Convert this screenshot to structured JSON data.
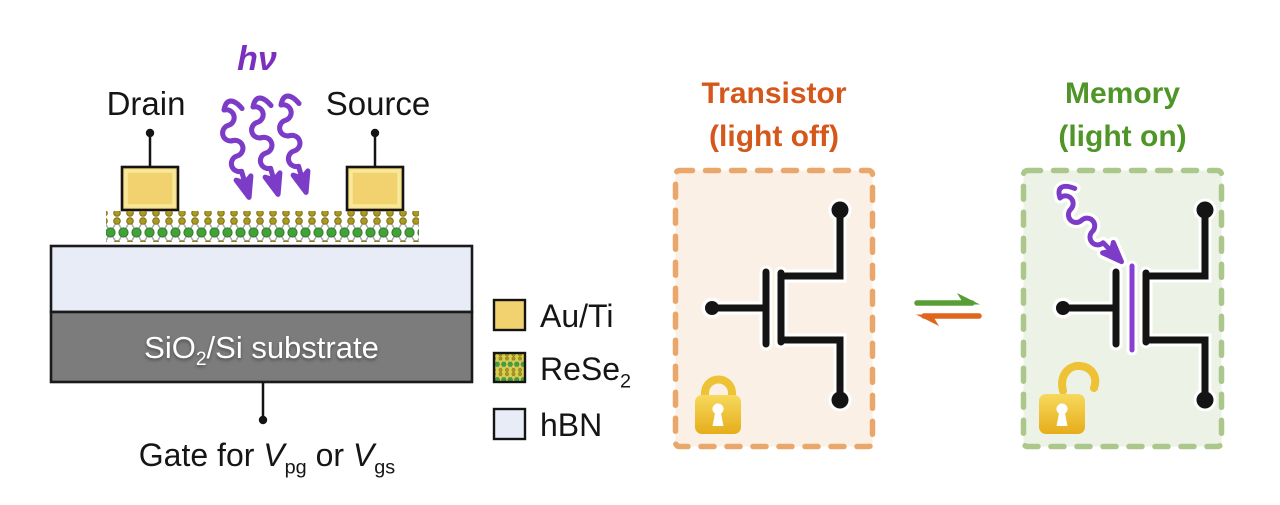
{
  "figure": {
    "description": "ReSe2 phototransistor device schematic with transistor (light off) and memory (light on) states"
  },
  "device": {
    "light_label": "hν",
    "drain_label": "Drain",
    "source_label": "Source",
    "substrate": {
      "base": "SiO",
      "sub": "2",
      "rest": "/Si substrate"
    },
    "gate": {
      "prefix": "Gate for ",
      "v1": "V",
      "v1_sub": "pg",
      "infix": " or ",
      "v2": "V",
      "v2_sub": "gs"
    }
  },
  "legend": {
    "items": [
      {
        "base": "Au/Ti",
        "sub": "",
        "swatch": "gold-swatch",
        "color": "#f2d26e"
      },
      {
        "base": "ReSe",
        "sub": "2",
        "swatch": "rese2-texture-swatch",
        "color": "#d9cf4d"
      },
      {
        "base": "hBN",
        "sub": "",
        "swatch": "hbn-swatch",
        "color": "#e7ecf6"
      }
    ]
  },
  "states": {
    "transistor": {
      "title": "Transistor",
      "subtitle": "(light off)",
      "accent": "#d4581c",
      "box_fill": "#faf0e5",
      "box_dash_color": "#eaa76b",
      "lock_icon": "lock-closed"
    },
    "memory": {
      "title": "Memory",
      "subtitle": "(light on)",
      "accent": "#4f9527",
      "box_fill": "#edf2e6",
      "box_dash_color": "#abc78b",
      "lock_icon": "lock-open"
    },
    "forward_arrow_color": "#589d36",
    "reverse_arrow_color": "#e0661e"
  },
  "colors": {
    "photon_purple": "#7c3cc8",
    "photogate_purple": "#8a3fd4",
    "contact_gold": "#f2d26e",
    "contact_gold_highlight": "#f8e89a",
    "hbn_fill": "#e7ecf6",
    "substrate_gray": "#7c7c7c",
    "re_atom_green": "#43a139",
    "se_atom_olive": "#ab9a21",
    "bond_gray": "#a9a9a9",
    "lock_gold": "#eec235",
    "symbol_black": "#141414"
  }
}
